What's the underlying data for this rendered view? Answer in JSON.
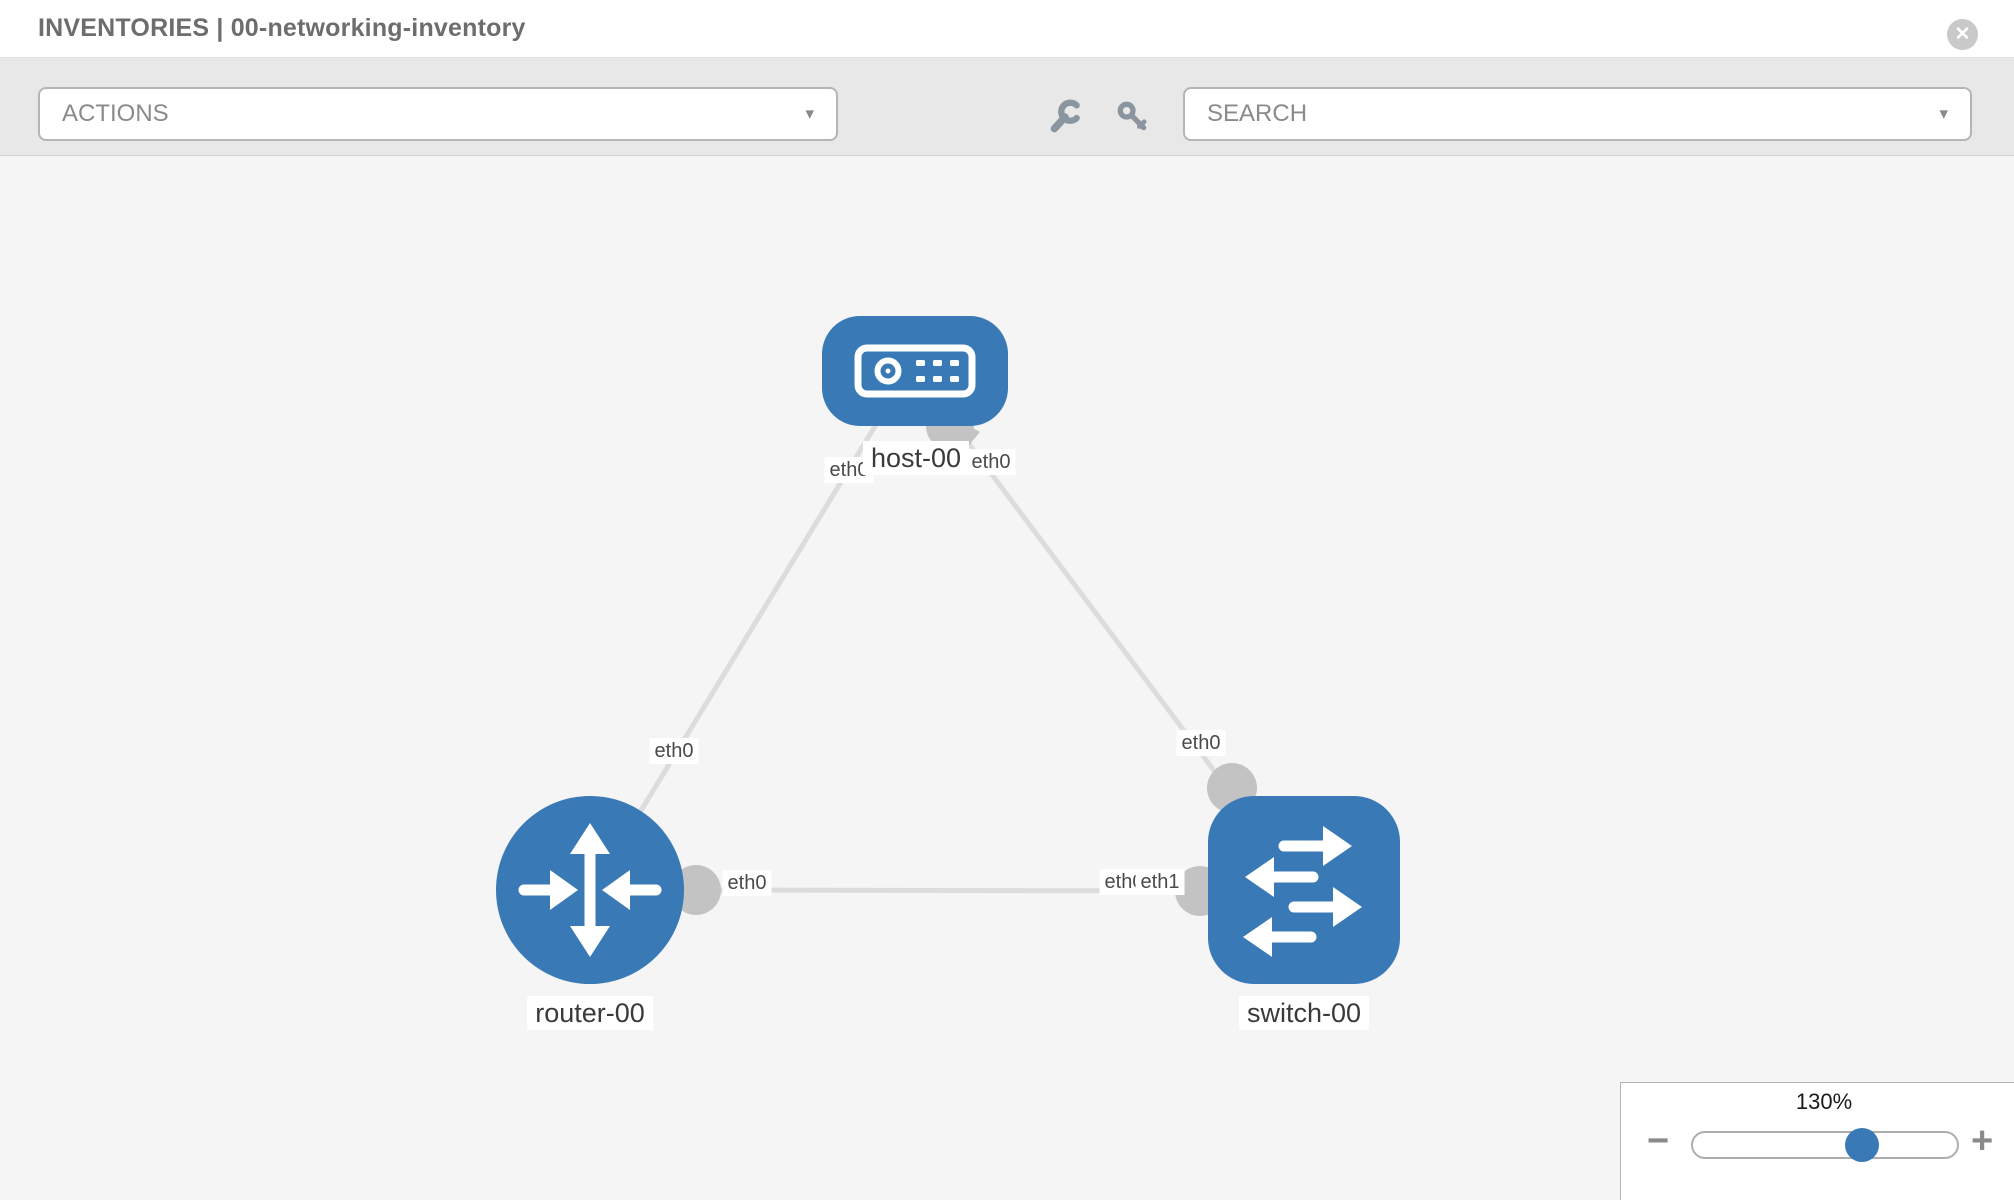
{
  "header": {
    "title": "INVENTORIES | 00-networking-inventory"
  },
  "toolbar": {
    "actions": {
      "label": "ACTIONS",
      "caret": "▾"
    },
    "search": {
      "label": "SEARCH",
      "caret": "▾"
    }
  },
  "icons": {
    "close": "✕",
    "minus": "−",
    "plus": "+"
  },
  "topology": {
    "nodes": [
      {
        "id": "host-00",
        "label": "host-00",
        "type": "host",
        "shape": "rounded-rect"
      },
      {
        "id": "router-00",
        "label": "router-00",
        "type": "router",
        "shape": "circle"
      },
      {
        "id": "switch-00",
        "label": "switch-00",
        "type": "switch",
        "shape": "rounded-square"
      }
    ],
    "links": [
      {
        "source": "host-00",
        "target": "router-00",
        "source_interface": "eth0",
        "target_interface": "eth0"
      },
      {
        "source": "host-00",
        "target": "switch-00",
        "source_interface": "eth0",
        "target_interface": "eth0"
      },
      {
        "source": "router-00",
        "target": "switch-00",
        "source_interface": "eth0",
        "target_interface": "eth1"
      }
    ],
    "interface_labels": {
      "host_left": "eth0",
      "host_right": "eth0",
      "diag_left_mid": "eth0",
      "diag_right_mid": "eth0",
      "hlink_left": "eth0",
      "hlink_right_back": "eth0",
      "hlink_right_front": "eth1"
    },
    "colors": {
      "node_fill": "#3879b6",
      "link": "#dcdcdc",
      "port": "#c3c3c3",
      "icon": "#ffffff"
    }
  },
  "zoom": {
    "value": "130%",
    "percent": 65
  }
}
